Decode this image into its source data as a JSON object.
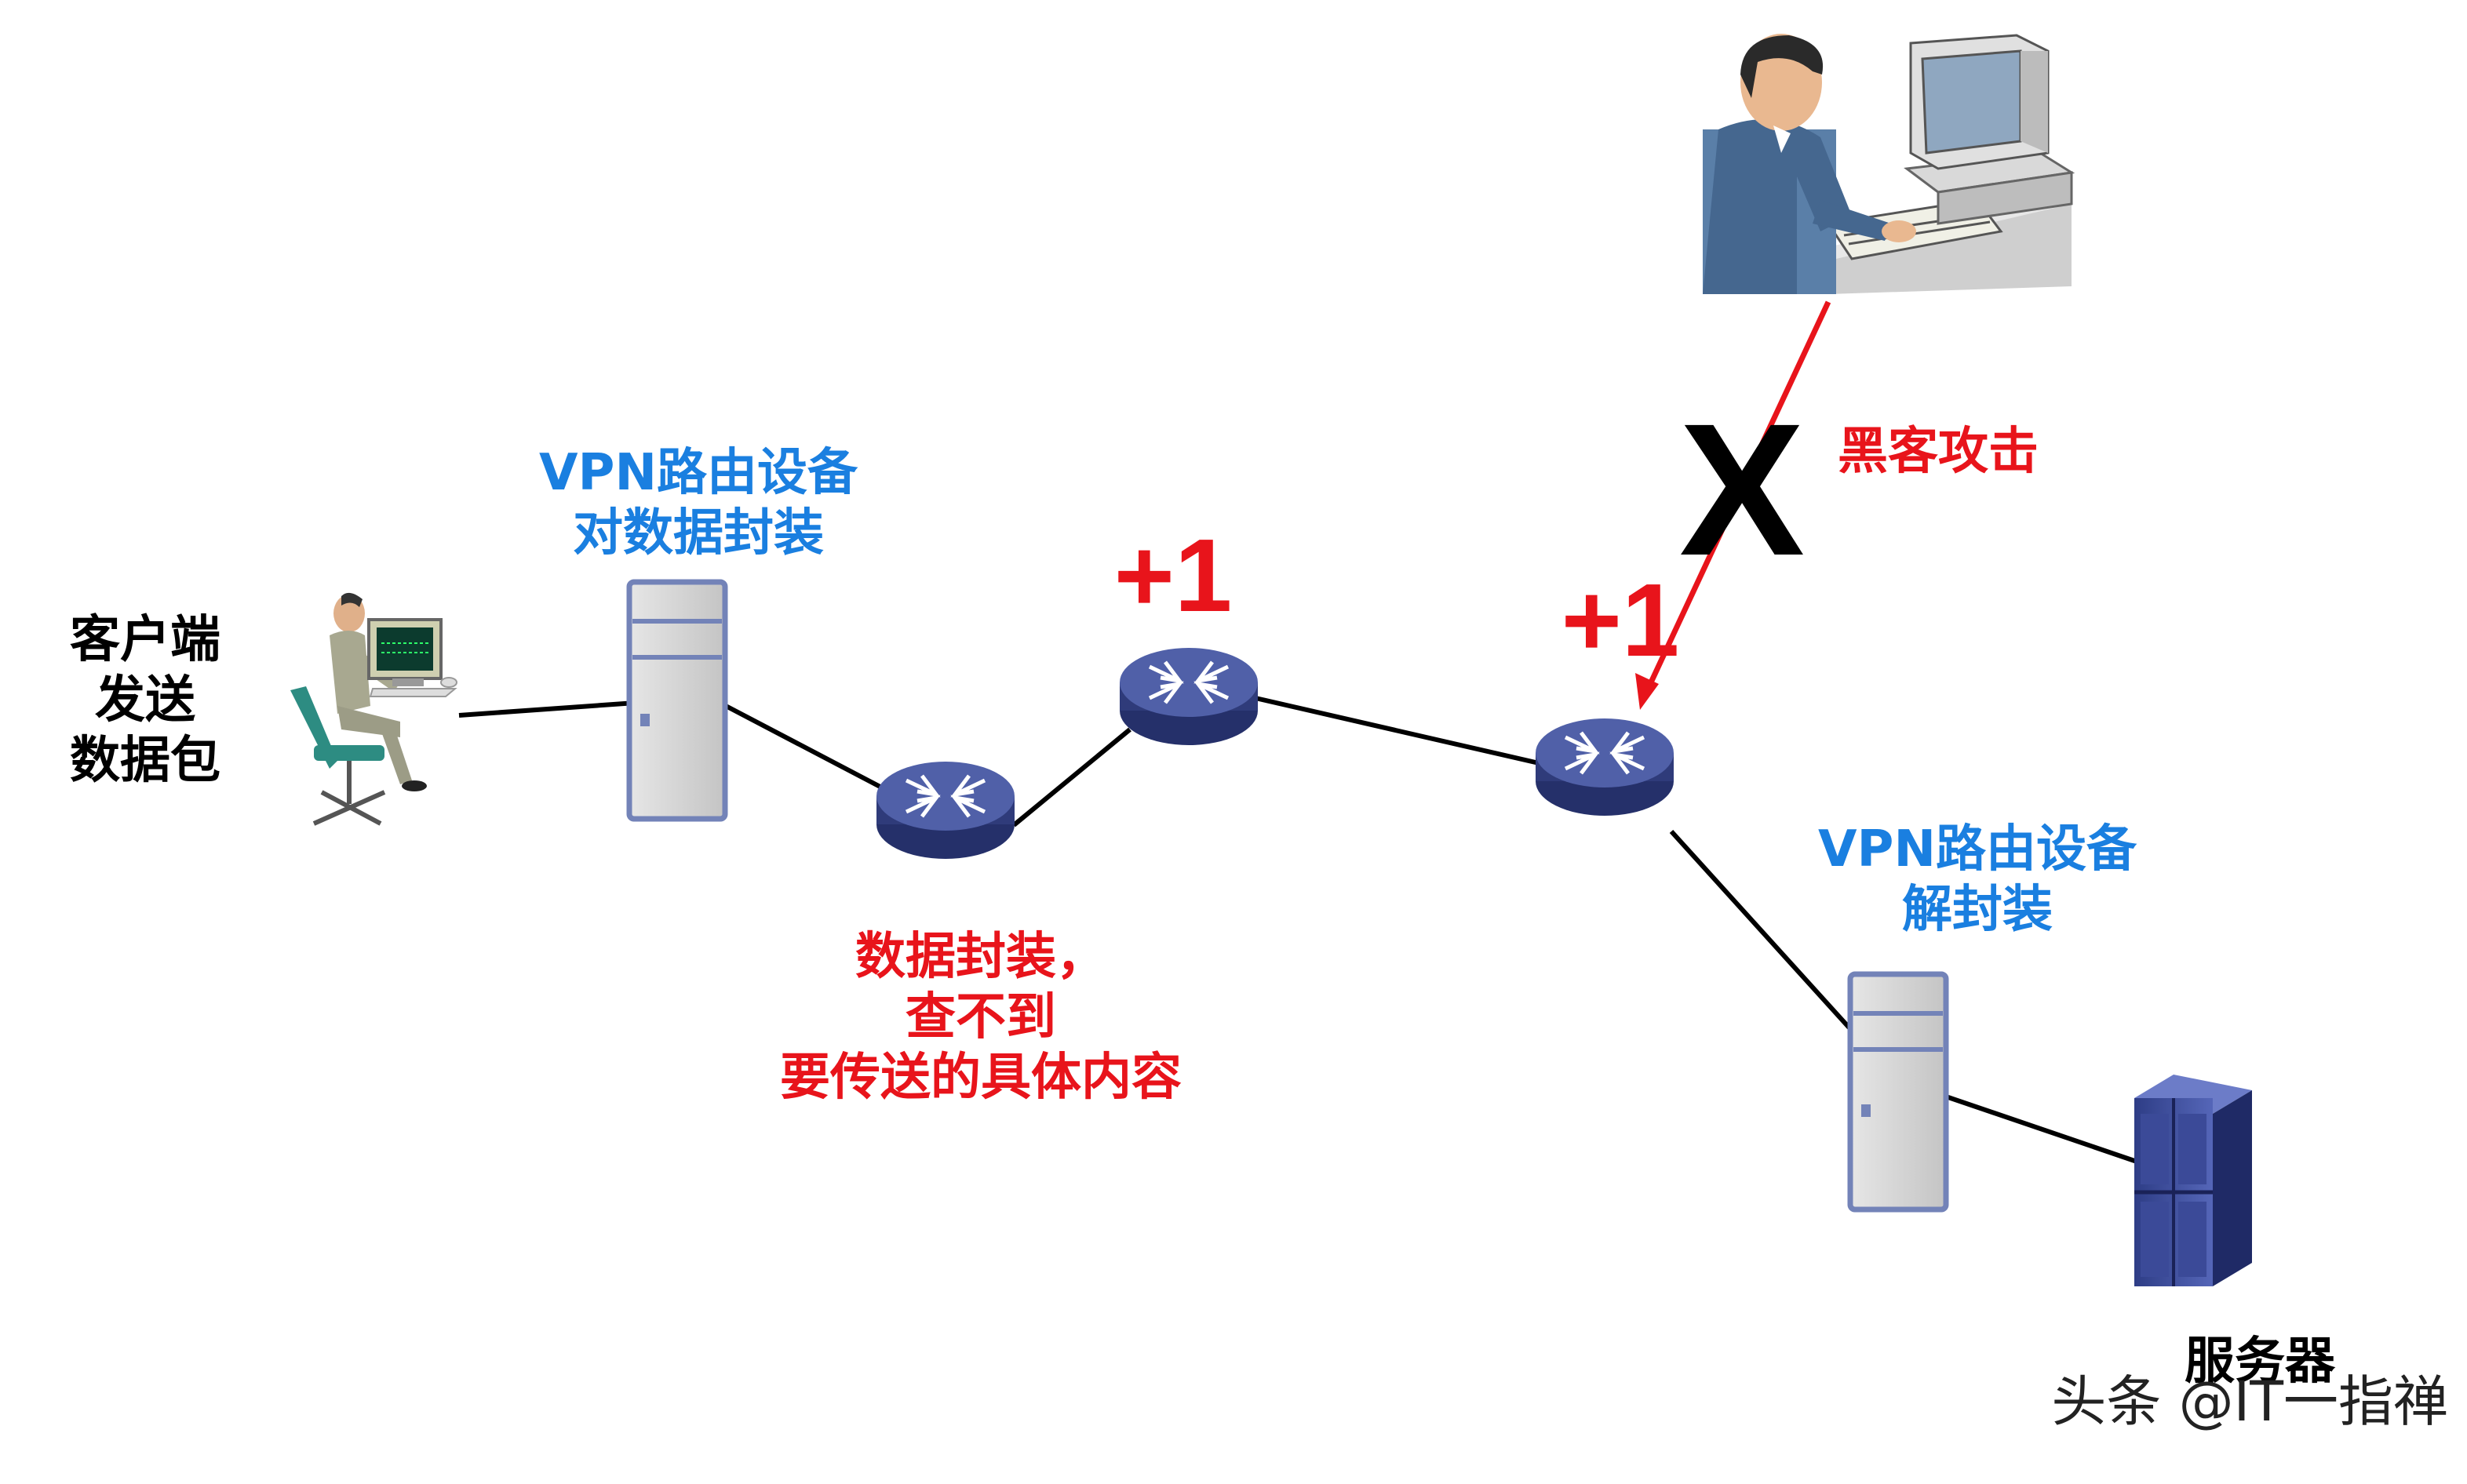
{
  "labels": {
    "client": "客户端\n发送\n数据包",
    "vpn_encap": "VPN路由设备\n对数据封装",
    "encap_note": "数据封装，\n查不到\n要传送的具体内容",
    "plus_one_a": "+1",
    "plus_one_b": "+1",
    "hacker": "黑客攻击",
    "block_mark": "X",
    "vpn_decap": "VPN路由设备\n解封装",
    "server": "服务器"
  },
  "watermark": "头条 @IT一指禅",
  "colors": {
    "blue_label": "#1a7fe0",
    "red_label": "#e8141b",
    "router": "#3d4a8a",
    "server_case": "#d4d4d4",
    "attack_line": "#e8141b",
    "link": "#000000"
  },
  "icons": {
    "client": "person-at-computer-icon",
    "hacker": "person-at-workstation-icon",
    "vpn_devices": "tower-server-icon",
    "routers": "router-icon",
    "server": "server-rack-icon"
  }
}
